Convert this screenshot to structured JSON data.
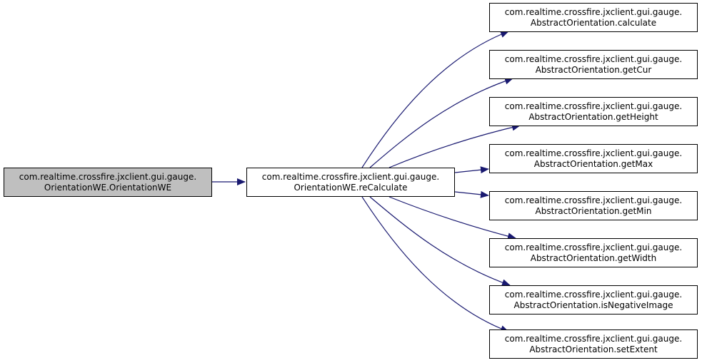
{
  "colors": {
    "edge": "#191970",
    "root_fill": "#bfbfbf",
    "node_fill": "#ffffff",
    "border": "#000000"
  },
  "nodes": {
    "root": {
      "line1": "com.realtime.crossfire.jxclient.gui.gauge.",
      "line2": "OrientationWE.OrientationWE"
    },
    "recalc": {
      "line1": "com.realtime.crossfire.jxclient.gui.gauge.",
      "line2": "OrientationWE.reCalculate"
    },
    "callees": [
      {
        "line1": "com.realtime.crossfire.jxclient.gui.gauge.",
        "line2": "AbstractOrientation.calculate"
      },
      {
        "line1": "com.realtime.crossfire.jxclient.gui.gauge.",
        "line2": "AbstractOrientation.getCur"
      },
      {
        "line1": "com.realtime.crossfire.jxclient.gui.gauge.",
        "line2": "AbstractOrientation.getHeight"
      },
      {
        "line1": "com.realtime.crossfire.jxclient.gui.gauge.",
        "line2": "AbstractOrientation.getMax"
      },
      {
        "line1": "com.realtime.crossfire.jxclient.gui.gauge.",
        "line2": "AbstractOrientation.getMin"
      },
      {
        "line1": "com.realtime.crossfire.jxclient.gui.gauge.",
        "line2": "AbstractOrientation.getWidth"
      },
      {
        "line1": "com.realtime.crossfire.jxclient.gui.gauge.",
        "line2": "AbstractOrientation.isNegativeImage"
      },
      {
        "line1": "com.realtime.crossfire.jxclient.gui.gauge.",
        "line2": "AbstractOrientation.setExtent"
      }
    ]
  }
}
